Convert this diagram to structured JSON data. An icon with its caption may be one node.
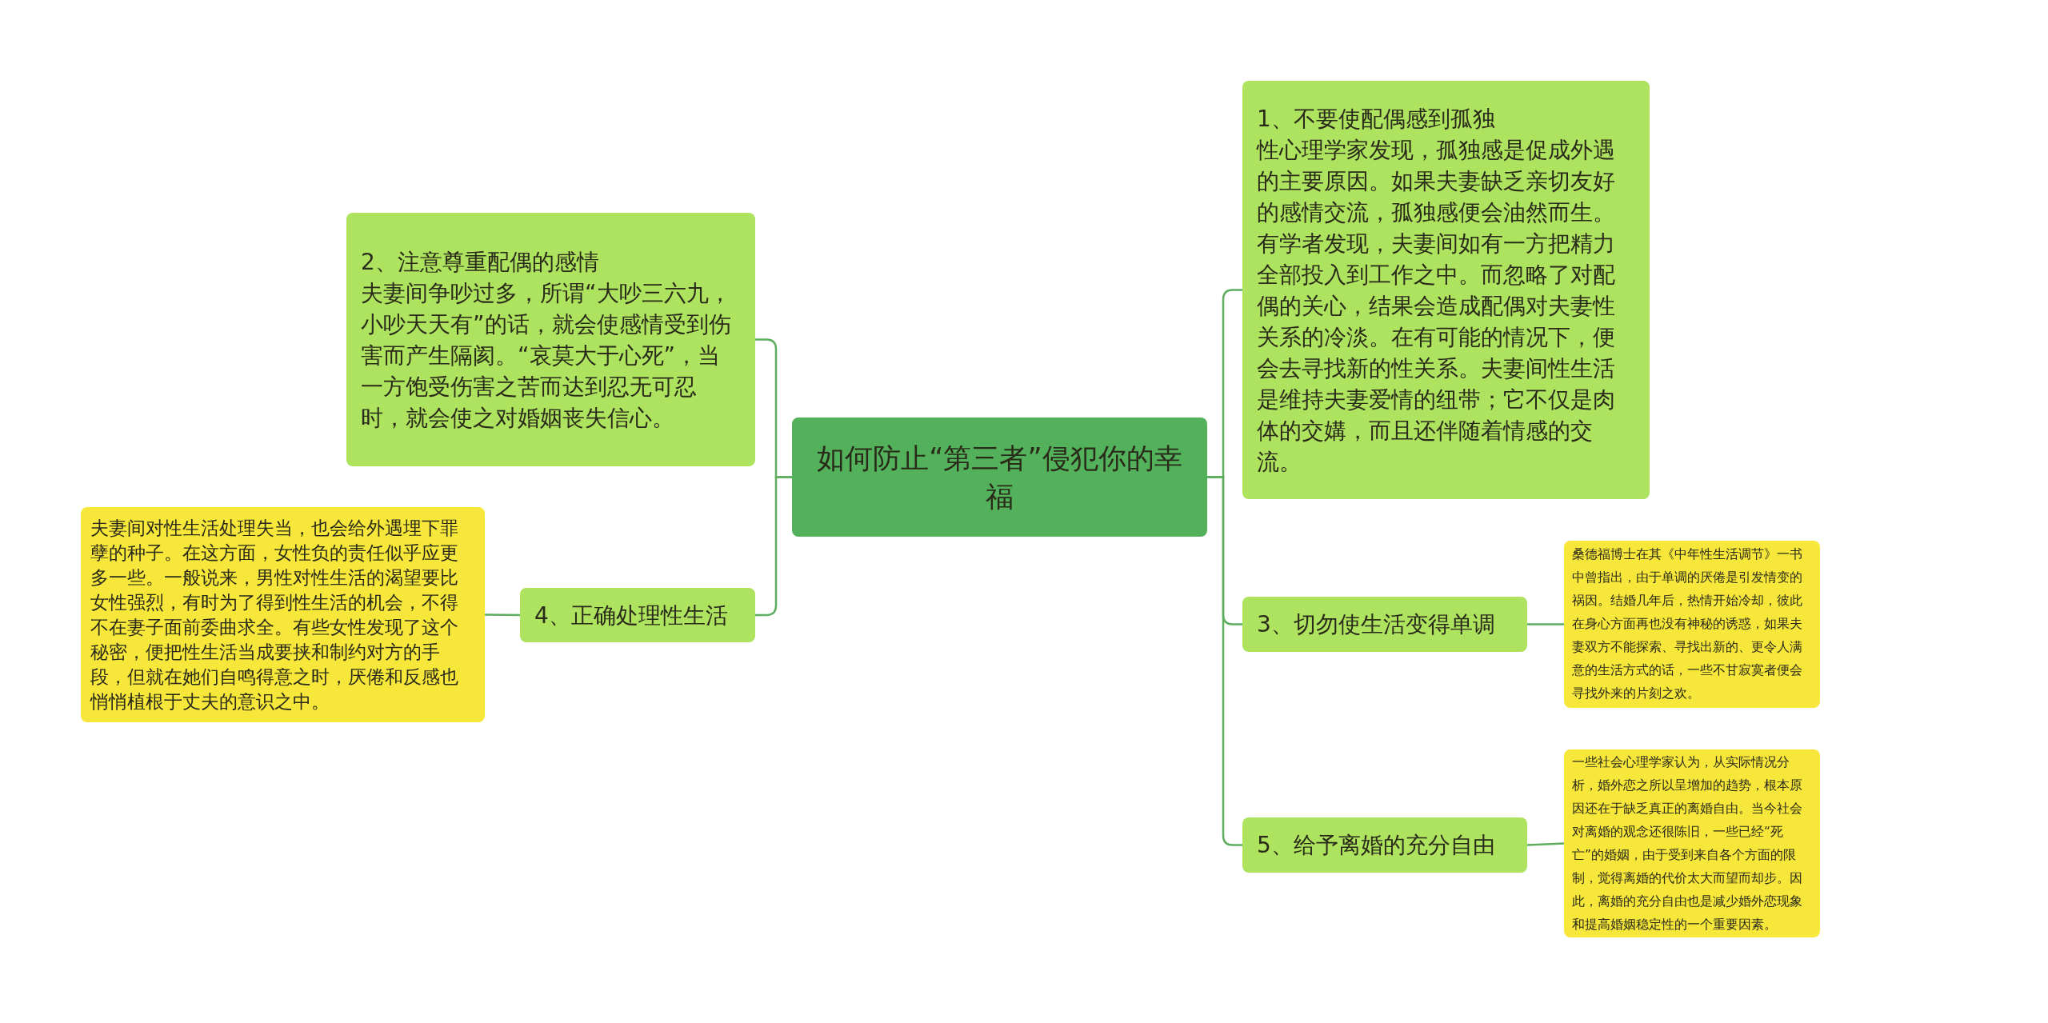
{
  "diagram": {
    "nodes": [
      {
        "text": [
          "如何防止“第三者”侵犯你的幸福"
        ]
      },
      {
        "text": [
          "2、注意尊重配偶的感情",
          "夫妻间争吵过多，所谓“大吵三六九，小吵天天有”的话，就会使感情受到伤害而产生隔阂。“哀莫大于心死”，当一方饱受伤害之苦而达到忍无可忍时，就会使之对婚姻丧失信心。"
        ]
      },
      {
        "text": [
          "4、正确处理性生活"
        ]
      },
      {
        "text": [
          "夫妻间对性生活处理失当，也会给外遇埋下罪孽的种子。在这方面，女性负的责任似乎应更多一些。一般说来，男性对性生活的渴望要比女性强烈，有时为了得到性生活的机会，不得不在妻子面前委曲求全。有些女性发现了这个秘密，便把性生活当成要挟和制约对方的手段，但就在她们自鸣得意之时，厌倦和反感也悄悄植根于丈夫的意识之中。"
        ]
      },
      {
        "text": [
          "1、不要使配偶感到孤独",
          "性心理学家发现，孤独感是促成外遇的主要原因。如果夫妻缺乏亲切友好的感情交流，孤独感便会油然而生。有学者发现，夫妻间如有一方把精力全部投入到工作之中。而忽略了对配偶的关心，结果会造成配偶对夫妻性关系的冷淡。在有可能的情况下，便会去寻找新的性关系。夫妻间性生活是维持夫妻爱情的纽带；它不仅是肉体的交媾，而且还伴随着情感的交流。"
        ]
      },
      {
        "text": [
          "3、切勿使生活变得单调"
        ]
      },
      {
        "text": [
          "桑德福博士在其《中年性生活调节》一书中曾指出，由于单调的厌倦是引发情变的祸因。结婚几年后，热情开始冷却，彼此在身心方面再也没有神秘的诱惑，如果夫妻双方不能探索、寻找出新的、更令人满意的生活方式的话，一些不甘寂寞者便会寻找外来的片刻之欢。"
        ]
      },
      {
        "text": [
          "5、给予离婚的充分自由"
        ]
      },
      {
        "text": [
          "一些社会心理学家认为，从实际情况分析，婚外恋之所以呈增加的趋势，根本原因还在于缺乏真正的离婚自由。当今社会对离婚的观念还很陈旧，一些已经“死亡”的婚姻，由于受到来自各个方面的限制，觉得离婚的代价太大而望而却步。因此，离婚的充分自由也是减少婚外恋现象和提高婚姻稳定性的一个重要因素。"
        ]
      }
    ],
    "edges": [
      {
        "from": 0,
        "to": 1,
        "arrow": "none"
      },
      {
        "from": 0,
        "to": 2,
        "arrow": "none"
      },
      {
        "from": 2,
        "to": 3,
        "arrow": "none"
      },
      {
        "from": 0,
        "to": 4,
        "arrow": "none"
      },
      {
        "from": 0,
        "to": 5,
        "arrow": "none"
      },
      {
        "from": 5,
        "to": 6,
        "arrow": "none"
      },
      {
        "from": 0,
        "to": 7,
        "arrow": "none"
      },
      {
        "from": 7,
        "to": 8,
        "arrow": "none"
      }
    ]
  }
}
